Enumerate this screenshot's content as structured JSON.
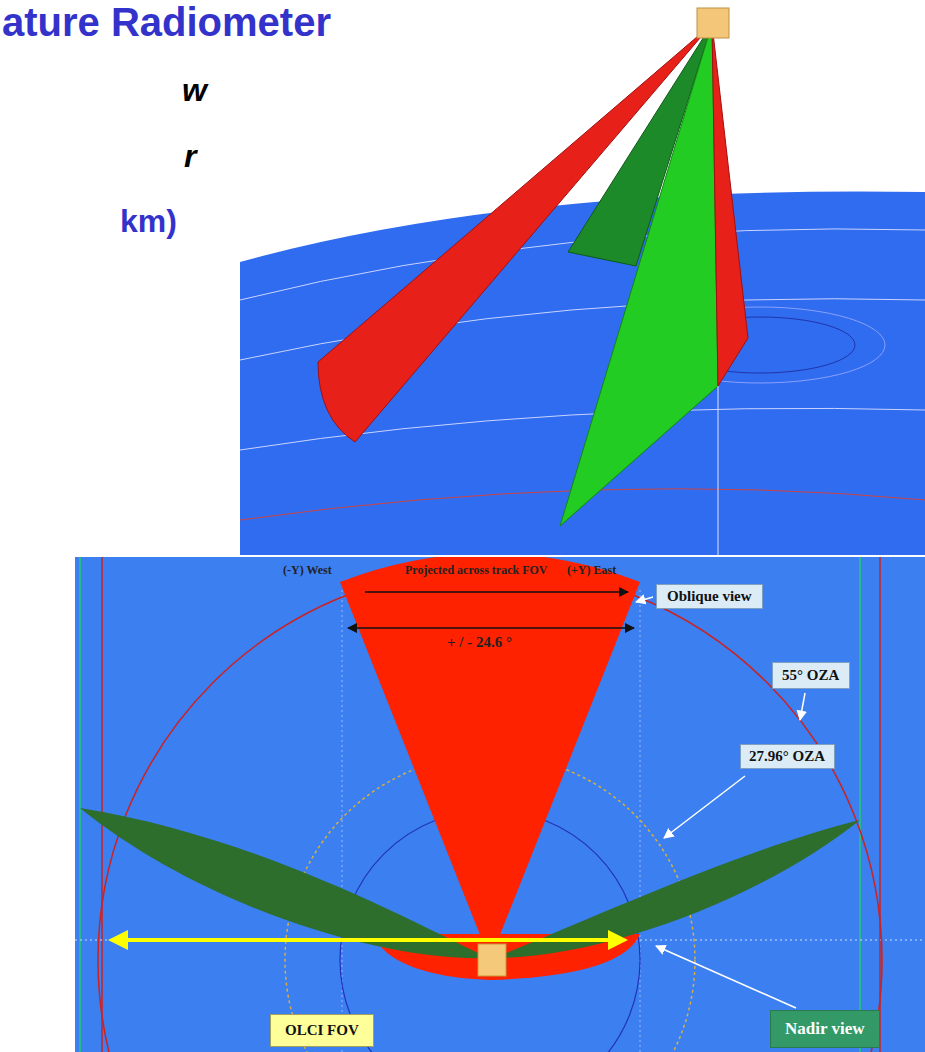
{
  "diagram": {
    "title": "ature Radiometer",
    "nodes": [
      {
        "text": [
          "Oblique view"
        ]
      },
      {
        "text": [
          "55° OZA"
        ]
      },
      {
        "text": [
          "27.96° OZA"
        ]
      },
      {
        "text": [
          "OLCI FOV"
        ]
      },
      {
        "text": [
          "Nadir view"
        ]
      }
    ],
    "labels": [
      "w",
      "r",
      "km)",
      "(-Y) West",
      "Projected across track FOV",
      "(+Y) East",
      "+ / - 24.6 °"
    ]
  }
}
